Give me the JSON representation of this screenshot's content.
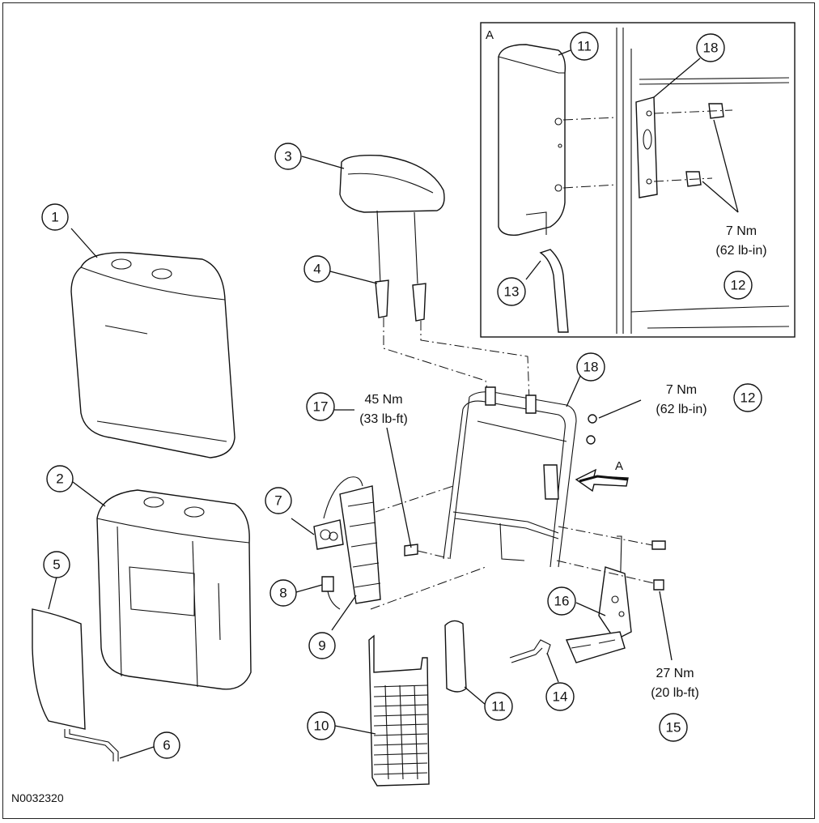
{
  "figure_id": "N0032320",
  "detail_view_label": "A",
  "view_arrow_label": "A",
  "callouts": {
    "c1": "1",
    "c2": "2",
    "c3": "3",
    "c4": "4",
    "c5": "5",
    "c6": "6",
    "c7": "7",
    "c8": "8",
    "c9": "9",
    "c10": "10",
    "c11": "11",
    "c11b": "11",
    "c12": "12",
    "c12b": "12",
    "c13": "13",
    "c14": "14",
    "c15": "15",
    "c16": "16",
    "c17": "17",
    "c18": "18",
    "c18b": "18"
  },
  "torque_specs": {
    "t17_metric": "45 Nm",
    "t17_imperial": "(33 lb-ft)",
    "t12_metric": "7 Nm",
    "t12_imperial": "(62 lb-in)",
    "t15_metric": "27 Nm",
    "t15_imperial": "(20 lb-ft)",
    "t12b_metric": "7 Nm",
    "t12b_imperial": "(62 lb-in)"
  }
}
